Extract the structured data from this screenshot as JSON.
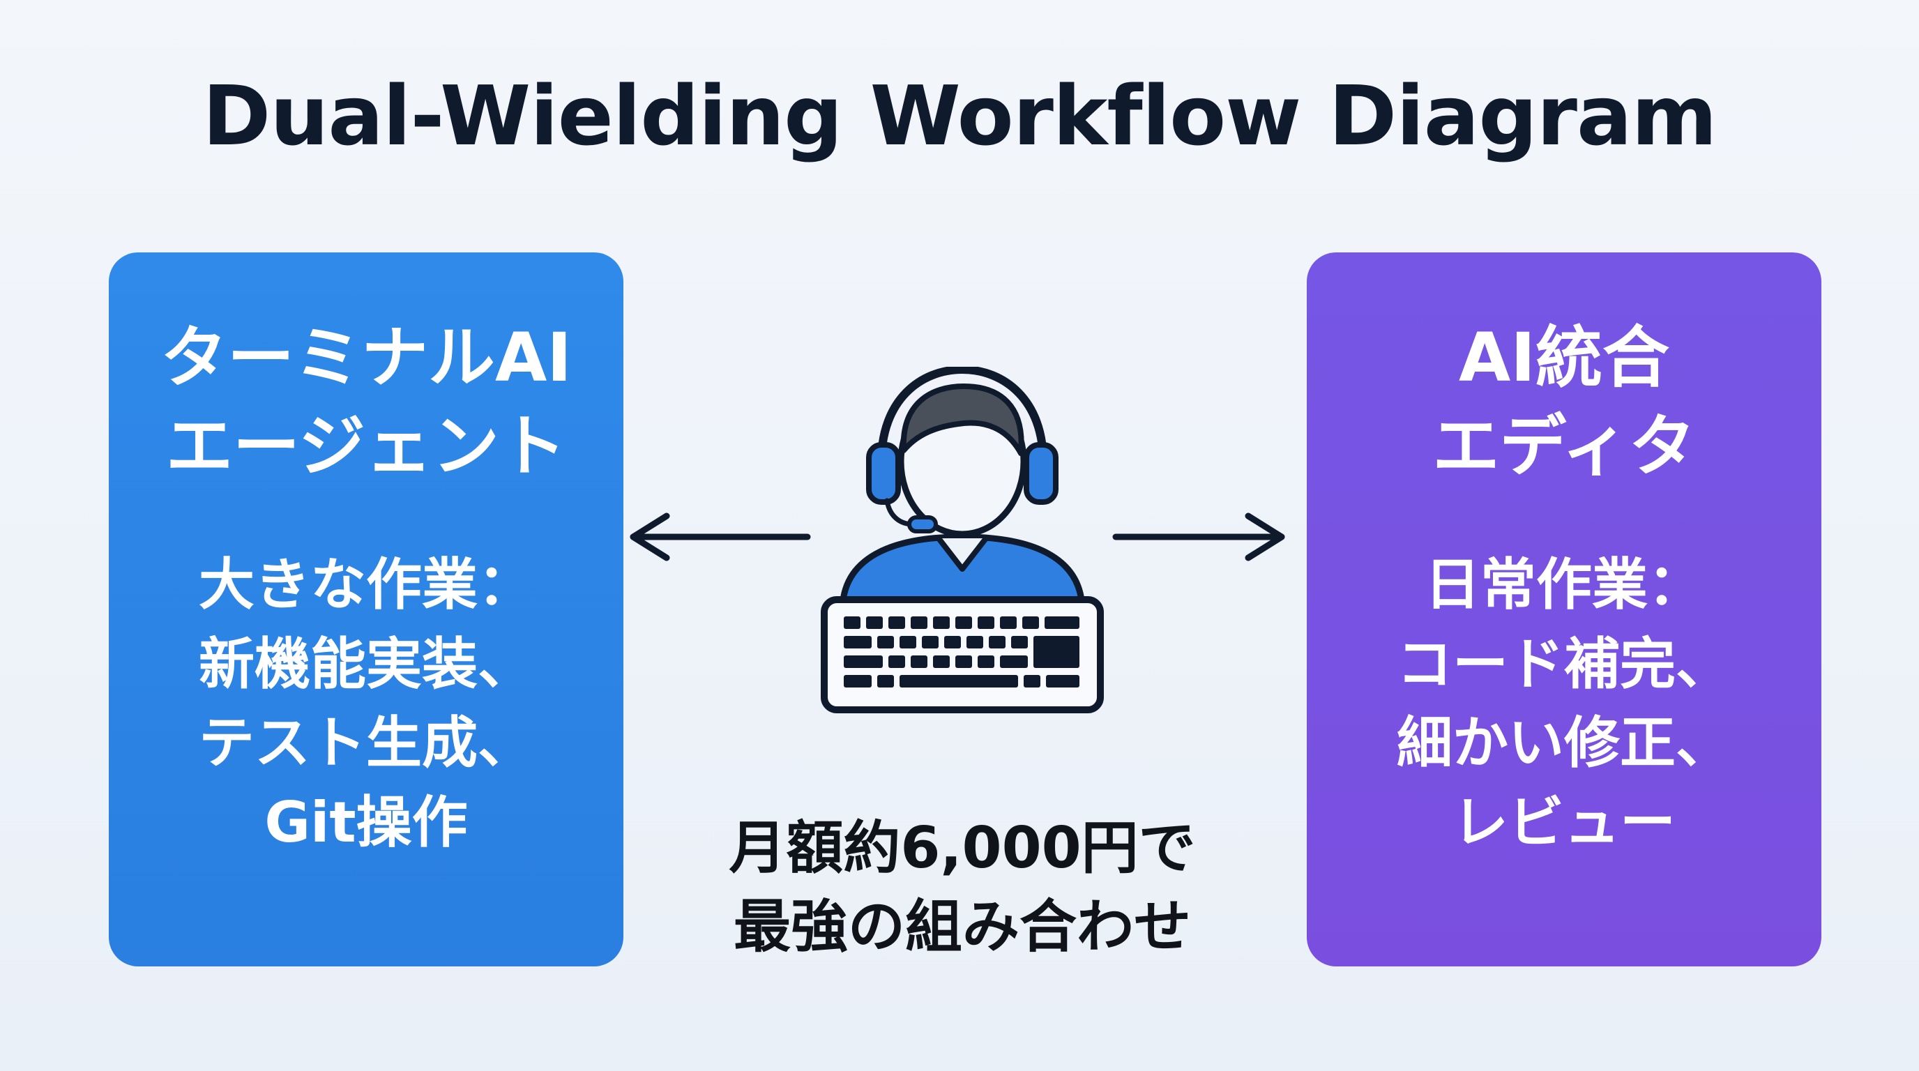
{
  "title": "Dual-Wielding Workflow Diagram",
  "left_card": {
    "title": "ターミナルAI\nエージェント",
    "description": "大きな作業：\n新機能実装、\nテスト生成、\nGit操作"
  },
  "right_card": {
    "title": "AI統合\nエディタ",
    "description": "日常作業：\nコード補完、\n細かい修正、\nレビュー"
  },
  "center": {
    "cost_text": "月額約6,000円で\n最強の組み合わせ",
    "icon": "person-with-headset-and-keyboard-icon"
  },
  "colors": {
    "left_card": "#2e86e8",
    "right_card": "#7852e3",
    "title": "#0f1b2d",
    "accent_blue": "#2f7fe0",
    "outline": "#0f1b2d"
  }
}
